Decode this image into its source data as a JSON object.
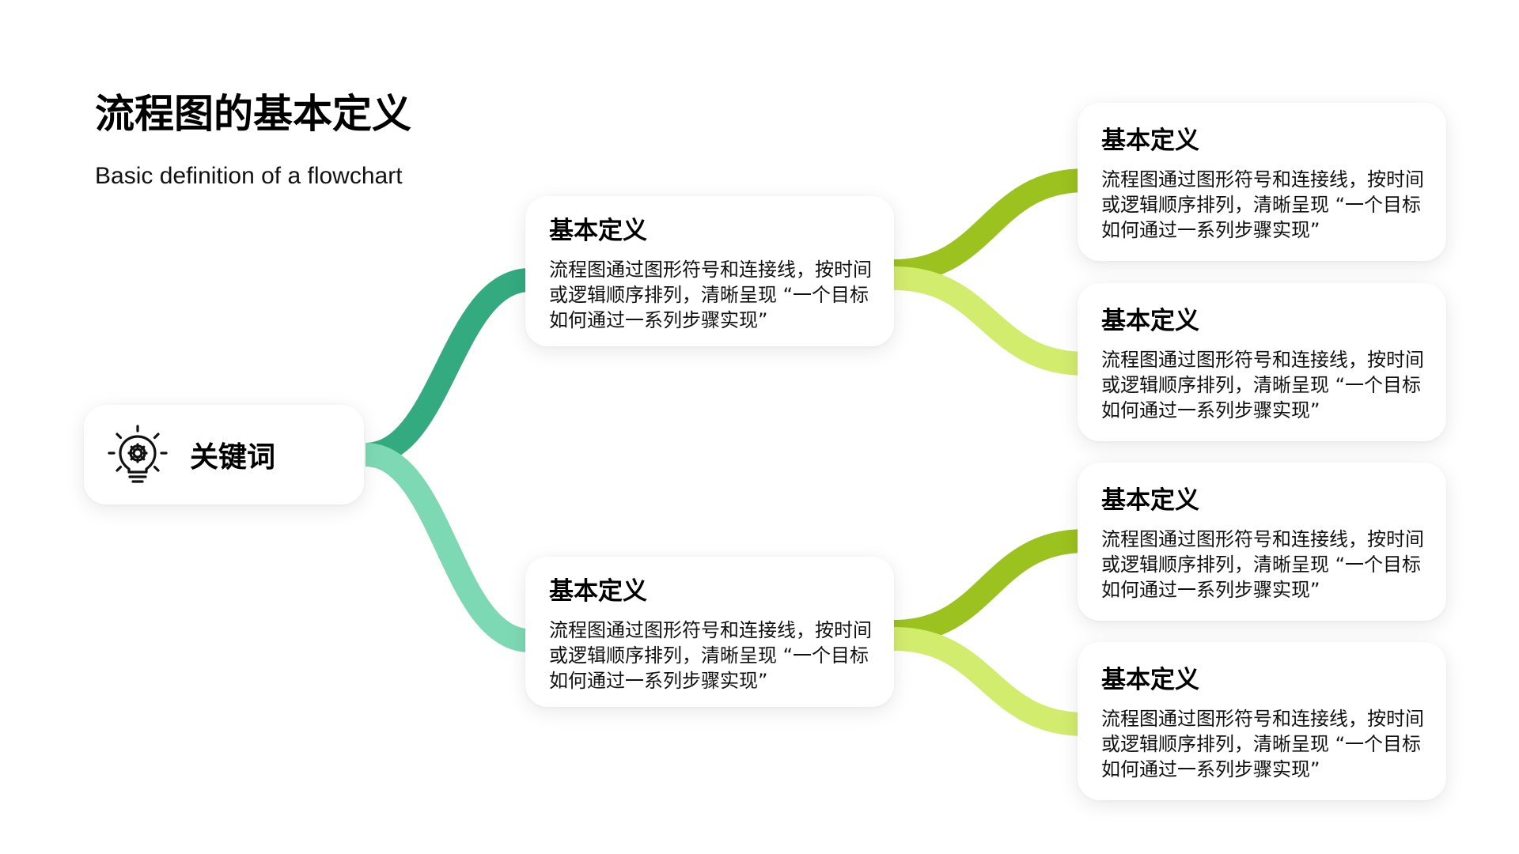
{
  "header": {
    "title": "流程图的基本定义",
    "subtitle": "Basic definition of a flowchart"
  },
  "root": {
    "label": "关键词",
    "icon": "lightbulb-gear-icon"
  },
  "branches": [
    {
      "heading": "基本定义",
      "body": "流程图通过图形符号和连接线，按时间或逻辑顺序排列，清晰呈现 “一个目标如何通过一系列步骤实现”",
      "children": [
        {
          "heading": "基本定义",
          "body": "流程图通过图形符号和连接线，按时间或逻辑顺序排列，清晰呈现 “一个目标如何通过一系列步骤实现”"
        },
        {
          "heading": "基本定义",
          "body": "流程图通过图形符号和连接线，按时间或逻辑顺序排列，清晰呈现 “一个目标如何通过一系列步骤实现”"
        }
      ]
    },
    {
      "heading": "基本定义",
      "body": "流程图通过图形符号和连接线，按时间或逻辑顺序排列，清晰呈现 “一个目标如何通过一系列步骤实现”",
      "children": [
        {
          "heading": "基本定义",
          "body": "流程图通过图形符号和连接线，按时间或逻辑顺序排列，清晰呈现 “一个目标如何通过一系列步骤实现”"
        },
        {
          "heading": "基本定义",
          "body": "流程图通过图形符号和连接线，按时间或逻辑顺序排列，清晰呈现 “一个目标如何通过一系列步骤实现”"
        }
      ]
    }
  ],
  "colors": {
    "branch_upper": "#33AA7F",
    "branch_lower": "#7DD9B4",
    "leaf_upper": "#9CC21F",
    "leaf_lower": "#D2EC6E",
    "text": "#111111"
  }
}
